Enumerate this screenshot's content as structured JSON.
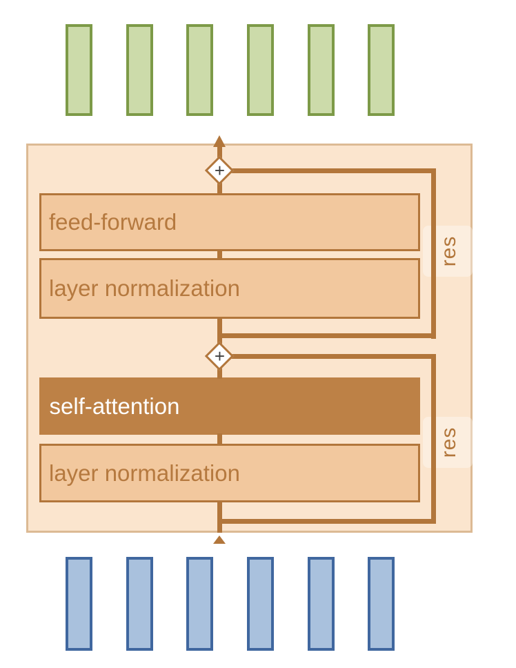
{
  "block": {
    "boxes": [
      {
        "id": "feed_forward",
        "label": "feed-forward"
      },
      {
        "id": "layer_norm_upper",
        "label": "layer normalization"
      },
      {
        "id": "self_attention",
        "label": "self-attention"
      },
      {
        "id": "layer_norm_lower",
        "label": "layer normalization"
      }
    ],
    "residuals": [
      {
        "label": "res"
      },
      {
        "label": "res"
      }
    ],
    "adders": [
      {
        "symbol": "+"
      },
      {
        "symbol": "+"
      }
    ]
  },
  "tokens": {
    "output": {
      "count": 6
    },
    "input": {
      "count": 6
    }
  },
  "colors": {
    "green_fill": "#ccdbaa",
    "green_border": "#7d9a48",
    "blue_fill": "#a9c1dd",
    "blue_border": "#40679f",
    "container_fill": "#fbe5ce",
    "container_border": "#dcba94",
    "box_fill": "#f2c89e",
    "box_border": "#b2763b",
    "attention_fill": "#bd8146",
    "line": "#b2763b",
    "text_brown": "#b5793f",
    "text_white": "#ffffff",
    "plus": "#3f3f3f"
  }
}
